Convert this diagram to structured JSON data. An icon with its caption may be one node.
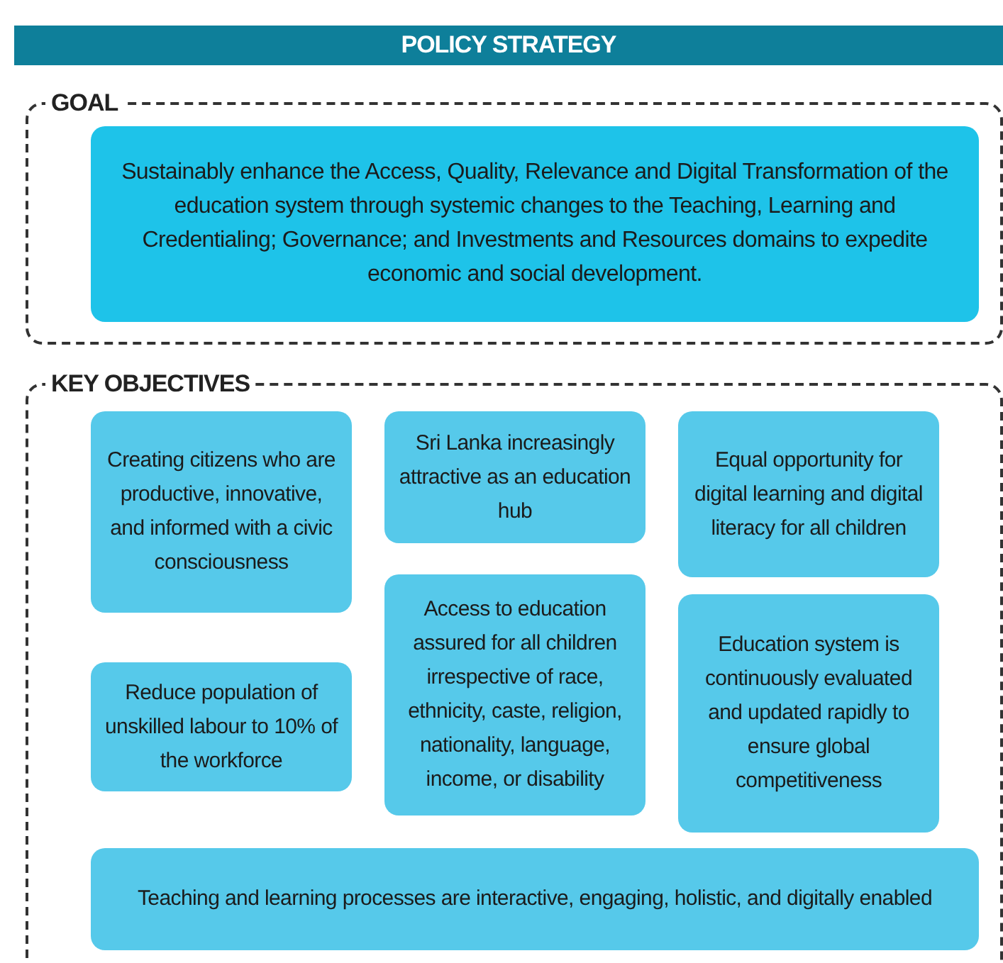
{
  "diagram": {
    "nodes": [
      {
        "text": [
          "POLICY STRATEGY"
        ]
      },
      {
        "text": [
          "GOAL"
        ]
      },
      {
        "text": [
          "Sustainably enhance the Access, Quality, Relevance and Digital Transformation of the education system through systemic changes to the Teaching, Learning and Credentialing; Governance; and Investments and Resources domains to expedite economic and social development."
        ],
        "in": 1
      },
      {
        "text": [
          "KEY OBJECTIVES"
        ]
      },
      {
        "text": [
          "Creating citizens who are productive, innovative, and informed with a civic consciousness"
        ],
        "in": 3
      },
      {
        "text": [
          "Reduce population of unskilled labour to 10% of the workforce"
        ],
        "in": 3
      },
      {
        "text": [
          "Sri Lanka increasingly attractive as an education hub"
        ],
        "in": 3
      },
      {
        "text": [
          "Access to education assured for all children irrespective of race, ethnicity, caste, religion, nationality, language, income, or disability"
        ],
        "in": 3
      },
      {
        "text": [
          "Equal opportunity for digital learning and digital literacy for all children"
        ],
        "in": 3
      },
      {
        "text": [
          "Education system is continuously evaluated and updated rapidly to ensure global competitiveness"
        ],
        "in": 3
      },
      {
        "text": [
          "Teaching and learning processes are interactive, engaging, holistic, and digitally enabled"
        ],
        "in": 3
      }
    ],
    "edges": []
  }
}
